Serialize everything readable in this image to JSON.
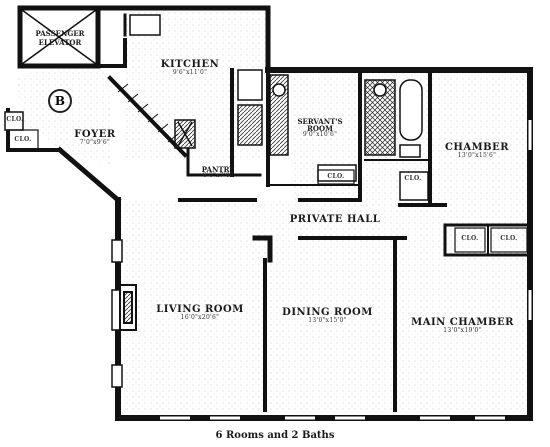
{
  "plan": {
    "badge": "B",
    "rooms": {
      "elevator": {
        "name": "PASSENGER ELEVATOR"
      },
      "kitchen": {
        "name": "KITCHEN",
        "dims": "9'6\"x11'0\""
      },
      "foyer": {
        "name": "FOYER",
        "dims": "7'0\"x9'6\""
      },
      "pantry": {
        "name": "PANTRY",
        "dims": "8'0\"x7'0\""
      },
      "servants_room": {
        "name": "SERVANT'S ROOM",
        "dims": "9'0\"x10'6\""
      },
      "chamber": {
        "name": "CHAMBER",
        "dims": "13'0\"x15'6\""
      },
      "private_hall": {
        "name": "PRIVATE HALL"
      },
      "living_room": {
        "name": "LIVING ROOM",
        "dims": "16'0\"x20'6\""
      },
      "dining_room": {
        "name": "DINING ROOM",
        "dims": "13'0\"x15'0\""
      },
      "main_chamber": {
        "name": "MAIN CHAMBER",
        "dims": "13'0\"x19'0\""
      }
    },
    "closets": [
      "CLO.",
      "CLO.",
      "CLO.",
      "CLO.",
      "CLO.",
      "CLO."
    ],
    "caption": "6 Rooms and 2 Baths"
  }
}
